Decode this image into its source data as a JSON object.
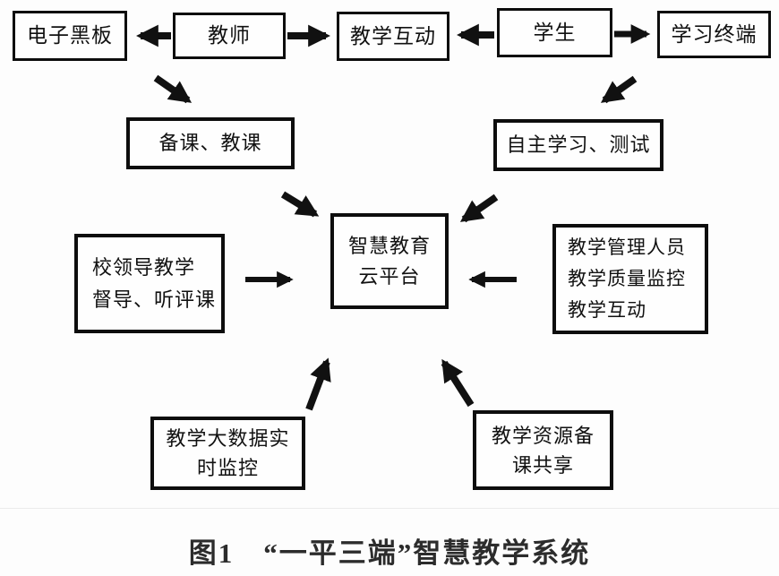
{
  "diagram": {
    "nodes": {
      "blackboard": {
        "label": "电子黑板"
      },
      "teacher": {
        "label": "教师"
      },
      "interaction": {
        "label": "教学互动"
      },
      "student": {
        "label": "学生"
      },
      "terminal": {
        "label": "学习终端"
      },
      "prepare": {
        "label": "备课、教课"
      },
      "selfstudy": {
        "label": "自主学习、测试"
      },
      "platform": {
        "label": "智慧教育\n云平台"
      },
      "leaders": {
        "label": "校领导教学\n督导、听评课"
      },
      "managers": {
        "label": "教学管理人员\n教学质量监控\n教学互动"
      },
      "bigdata": {
        "label": "教学大数据实\n时监控"
      },
      "resources": {
        "label": "教学资源备\n课共享"
      }
    },
    "edges": [
      "teacher→blackboard",
      "teacher→interaction",
      "student→interaction",
      "student→terminal",
      "teacher→prepare",
      "student→selfstudy",
      "prepare→platform",
      "selfstudy→platform",
      "leaders→platform",
      "managers→platform",
      "bigdata→platform",
      "resources→platform"
    ],
    "caption": "图1　“一平三端”智慧教学系统",
    "colors": {
      "box_border": "#0d0d0d",
      "arrow": "#111111",
      "background": "#fdfdfd",
      "caption_color": "#2c2c2c"
    }
  }
}
